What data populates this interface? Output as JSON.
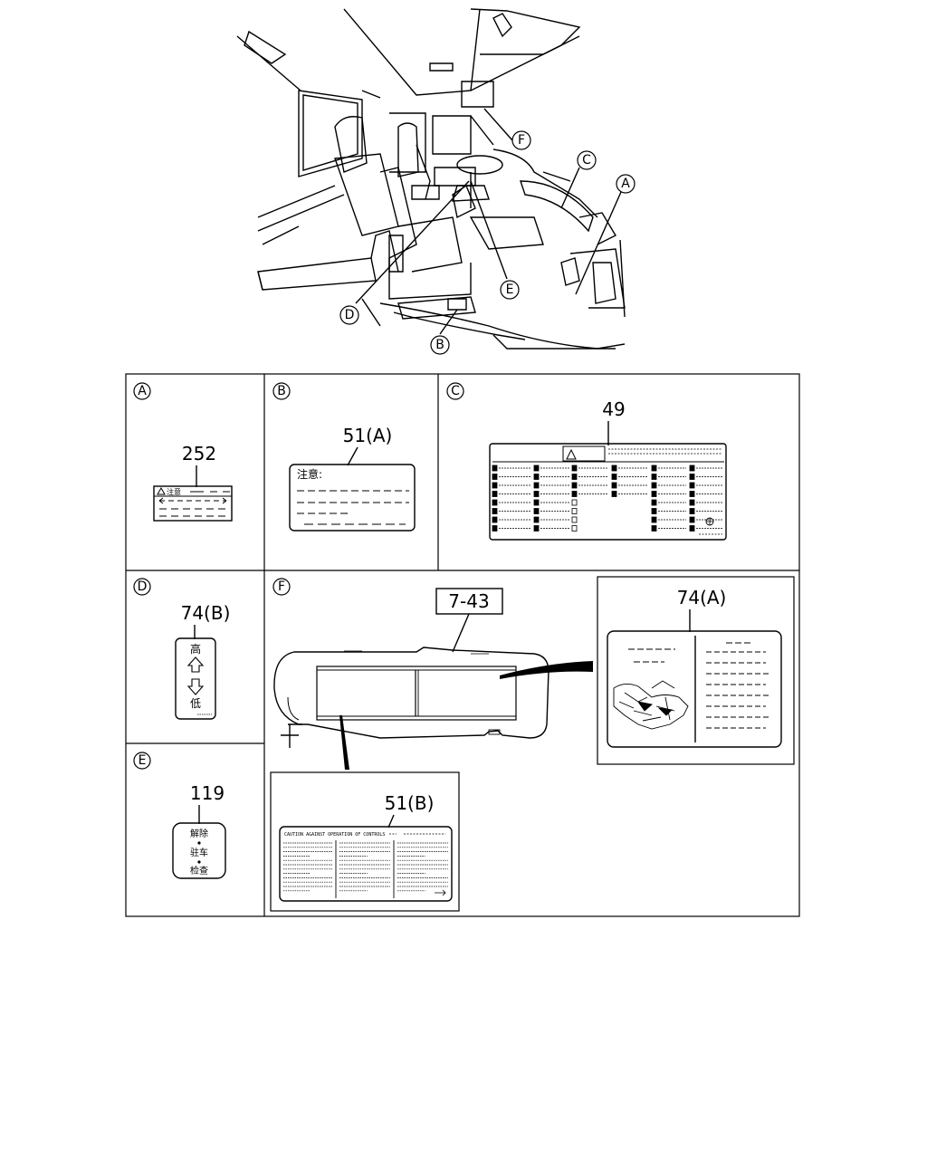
{
  "overview": {
    "callouts": {
      "A": "A",
      "B": "B",
      "C": "C",
      "D": "D",
      "E": "E",
      "F": "F"
    }
  },
  "panels": {
    "A": {
      "letter": "A",
      "part": "252",
      "label_text": "注意"
    },
    "B": {
      "letter": "B",
      "part": "51(A)",
      "label_text": "注意:"
    },
    "C": {
      "letter": "C",
      "part": "49"
    },
    "D": {
      "letter": "D",
      "part": "74(B)",
      "top_text": "高",
      "bottom_text": "低"
    },
    "E": {
      "letter": "E",
      "part": "119",
      "lines": [
        "解除",
        "驻车",
        "检查"
      ]
    },
    "F": {
      "letter": "F",
      "boxed_part": "7-43",
      "inset_right_part": "74(A)",
      "inset_bottom_part": "51(B)",
      "inset_bottom_heading": "CAUTION AGAINST OPERATION OF CONTROLS"
    }
  }
}
